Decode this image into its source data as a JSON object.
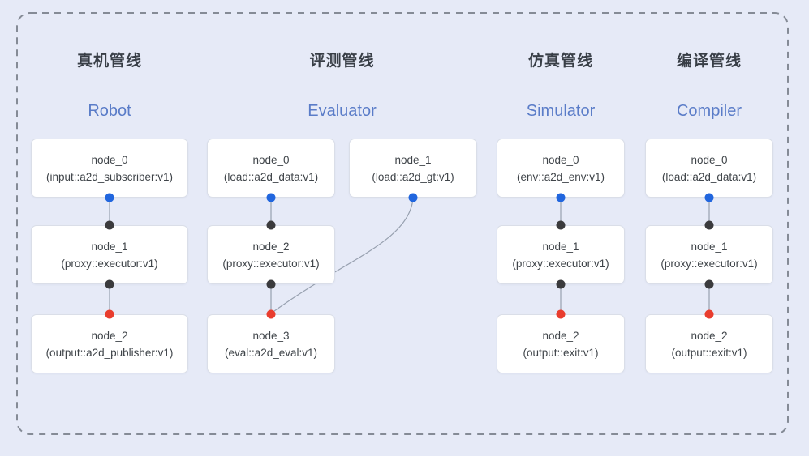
{
  "diagram": {
    "colors": {
      "background": "#E6EAF7",
      "dashed_border": "#858B96",
      "node_fill": "#FFFFFF",
      "node_border": "#DADEE8",
      "node_text": "#3F4449",
      "edge_line": "#97A0AF",
      "title_zh": "#383E46",
      "title_en": "#5A7CC8",
      "port_source": "#2166DE",
      "port_intermediate": "#3B3B3D",
      "port_terminal": "#E93D2E"
    },
    "pipelines": [
      {
        "title_zh": "真机管线",
        "title_en": "Robot",
        "nodes": [
          {
            "name": "node_0",
            "type": "(input::a2d_subscriber:v1)"
          },
          {
            "name": "node_1",
            "type": "(proxy::executor:v1)"
          },
          {
            "name": "node_2",
            "type": "(output::a2d_publisher:v1)"
          }
        ]
      },
      {
        "title_zh": "评测管线",
        "title_en": "Evaluator",
        "nodes": [
          {
            "name": "node_0",
            "type": "(load::a2d_data:v1)"
          },
          {
            "name": "node_1",
            "type": "(load::a2d_gt:v1)"
          },
          {
            "name": "node_2",
            "type": "(proxy::executor:v1)"
          },
          {
            "name": "node_3",
            "type": "(eval::a2d_eval:v1)"
          }
        ]
      },
      {
        "title_zh": "仿真管线",
        "title_en": "Simulator",
        "nodes": [
          {
            "name": "node_0",
            "type": "(env::a2d_env:v1)"
          },
          {
            "name": "node_1",
            "type": "(proxy::executor:v1)"
          },
          {
            "name": "node_2",
            "type": "(output::exit:v1)"
          }
        ]
      },
      {
        "title_zh": "编译管线",
        "title_en": "Compiler",
        "nodes": [
          {
            "name": "node_0",
            "type": "(load::a2d_data:v1)"
          },
          {
            "name": "node_1",
            "type": "(proxy::executor:v1)"
          },
          {
            "name": "node_2",
            "type": "(output::exit:v1)"
          }
        ]
      }
    ]
  }
}
